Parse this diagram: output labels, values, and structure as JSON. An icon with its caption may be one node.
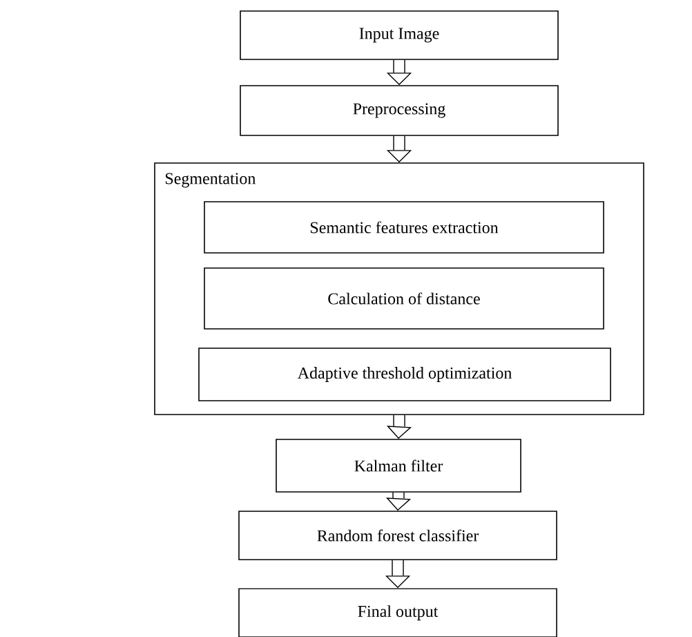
{
  "diagram": {
    "nodes": [
      {
        "text": [
          "Input Image"
        ]
      },
      {
        "text": [
          "Preprocessing"
        ]
      },
      {
        "text": [
          "Segmentation"
        ]
      },
      {
        "text": [
          "Semantic features extraction"
        ],
        "in": 2
      },
      {
        "text": [
          "Calculation of distance"
        ],
        "in": 2
      },
      {
        "text": [
          "Adaptive threshold optimization"
        ],
        "in": 2
      },
      {
        "text": [
          "Kalman filter"
        ]
      },
      {
        "text": [
          "Random forest classifier"
        ]
      },
      {
        "text": [
          "Final output"
        ]
      }
    ],
    "edges": [
      {
        "from": 0,
        "to": 1,
        "arrow": "to"
      },
      {
        "from": 1,
        "to": 2,
        "arrow": "to"
      },
      {
        "from": 2,
        "to": 6,
        "arrow": "to"
      },
      {
        "from": 6,
        "to": 7,
        "arrow": "to"
      },
      {
        "from": 7,
        "to": 8,
        "arrow": "to"
      }
    ]
  }
}
